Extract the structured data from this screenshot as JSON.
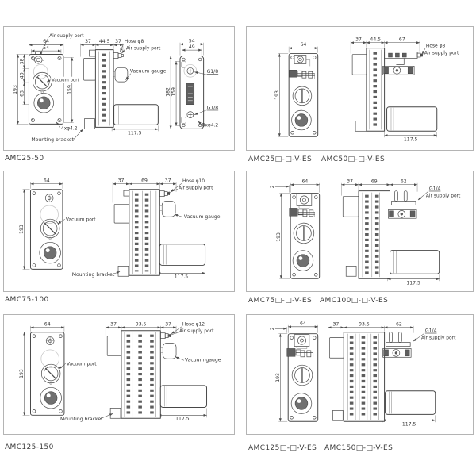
{
  "colors": {
    "line": "#474747",
    "dim_line": "#4c4c4c",
    "ghost": "#c9c9c9",
    "dark_fill": "#5f5f5f",
    "silencer_fill": "#707070",
    "panel_border": "#b4b4b4",
    "text": "#333333",
    "caption": "#3d3d3d",
    "background": "#ffffff"
  },
  "captions": {
    "c1": "AMC25-50",
    "c2a": "AMC25□-□-V-ES",
    "c2b": "AMC50□-□-V-ES",
    "c3": "AMC75-100",
    "c4a": "AMC75□-□-V-ES",
    "c4b": "AMC100□-□-V-ES",
    "c5": "AMC125-150",
    "c6a": "AMC125□-□-V-ES",
    "c6b": "AMC150□-□-V-ES"
  },
  "p1": {
    "front": {
      "w": "64",
      "w2": "54",
      "h": "193",
      "s1": "38",
      "s2": "40",
      "s3": "63",
      "rh": "159",
      "air": "Air supply port",
      "vac": "Vacuum port",
      "holes": "4xφ4.2",
      "bracket": "Mounting bracket"
    },
    "side": {
      "a": "37",
      "b": "44.5",
      "c": "37",
      "len": "117.5",
      "hose": "Hose φ8",
      "air": "Air supply port",
      "gauge": "Vacuum gauge"
    },
    "back": {
      "w": "54",
      "w2": "49",
      "h": "182",
      "h2": "159",
      "p1": "G1/8",
      "p2": "G1/8",
      "holes": "8xφ4.2"
    }
  },
  "p2": {
    "front": {
      "w": "64",
      "h": "193"
    },
    "side": {
      "a": "37",
      "b": "44.5",
      "c": "67",
      "len": "117.5",
      "hose": "Hose φ8",
      "air": "Air supply port"
    }
  },
  "p3": {
    "front": {
      "w": "64",
      "h": "193",
      "vac": "Vacuum port"
    },
    "side": {
      "a": "37",
      "b": "69",
      "c": "37",
      "len": "117.5",
      "hose": "Hose φ10",
      "air": "Air supply port",
      "gauge": "Vacuum gauge",
      "bracket": "Mounting bracket"
    }
  },
  "p4": {
    "front": {
      "o": "2",
      "w": "64",
      "h": "193"
    },
    "side": {
      "a": "37",
      "b": "69",
      "c": "62",
      "len": "117.5",
      "port": "G1/4",
      "air": "Air supply port"
    }
  },
  "p5": {
    "front": {
      "w": "64",
      "h": "193",
      "vac": "Vacuum port"
    },
    "side": {
      "a": "37",
      "b": "93.5",
      "c": "37",
      "len": "117.5",
      "hose": "Hose φ12",
      "air": "Air supply port",
      "gauge": "Vacuum gauge",
      "bracket": "Mounting bracket"
    }
  },
  "p6": {
    "front": {
      "o": "2",
      "w": "64",
      "h": "193"
    },
    "side": {
      "a": "37",
      "b": "93.5",
      "c": "62",
      "len": "117.5",
      "port": "G1/4",
      "air": "Air supply port"
    }
  }
}
